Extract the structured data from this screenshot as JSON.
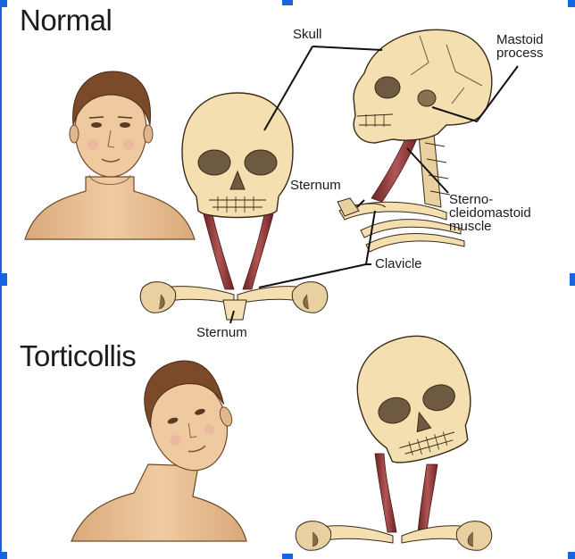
{
  "sections": {
    "normal": {
      "heading": "Normal"
    },
    "torticollis": {
      "heading": "Torticollis"
    }
  },
  "labels": {
    "skull": "Skull",
    "mastoid_process_line1": "Mastoid",
    "mastoid_process_line2": "process",
    "sternum_side": "Sternum",
    "scm_line1": "Sterno-",
    "scm_line2": "cleidomastoid",
    "scm_line3": "muscle",
    "clavicle": "Clavicle",
    "sternum_front": "Sternum"
  },
  "colors": {
    "bone": "#f3dfb0",
    "bone_outline": "#3a2a18",
    "skin": "#ecc59a",
    "hair": "#7a4a2a",
    "muscle": "#8a3030",
    "frame_accent": "#1565e0"
  }
}
